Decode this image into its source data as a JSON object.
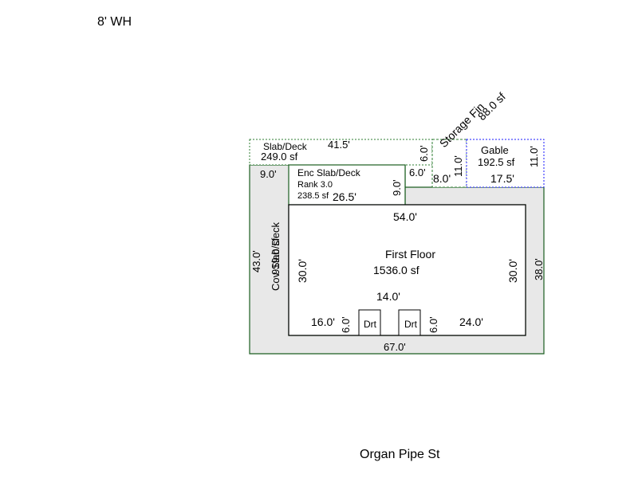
{
  "header": {
    "wall_height": "8' WH"
  },
  "street": "Organ Pipe St",
  "colors": {
    "covered_fill": "#e8e8e8",
    "green_line": "#1b5e20",
    "green_dash": "#2e7d32",
    "blue_dash": "#1a1aff",
    "wall": "#000000"
  },
  "areas": {
    "slab_deck": {
      "name": "Slab/Deck",
      "area": "249.0 sf",
      "width": "41.5'",
      "depth": "6.0'"
    },
    "storage": {
      "name": "Storage Fin",
      "area": "88.0 sf",
      "width": "8.0'",
      "depth": "11.0'"
    },
    "gable": {
      "name": "Gable",
      "area": "192.5 sf",
      "width": "17.5'",
      "depth": "11.0'"
    },
    "enc_slab": {
      "name": "Enc Slab/Deck",
      "rank": "Rank 3.0",
      "area": "238.5 sf",
      "width": "26.5'",
      "depth": "9.0'"
    },
    "cov_slab": {
      "name": "Cov Slab/Deck",
      "area": "919.0 sf",
      "left_depth": "43.0'",
      "right_depth": "38.0'",
      "bottom_width": "67.0'",
      "top_left_width": "9.0'",
      "top_right_width": "6.0'"
    },
    "first_floor": {
      "name": "First Floor",
      "area": "1536.0 sf",
      "width": "54.0'",
      "left_depth": "30.0'",
      "right_depth": "30.0'",
      "notch_width": "14.0'",
      "bottom_left": "16.0'",
      "bottom_right": "24.0'"
    },
    "doors": [
      {
        "label": "Drt",
        "depth": "6.0'"
      },
      {
        "label": "Drt",
        "depth": "6.0'"
      }
    ]
  }
}
